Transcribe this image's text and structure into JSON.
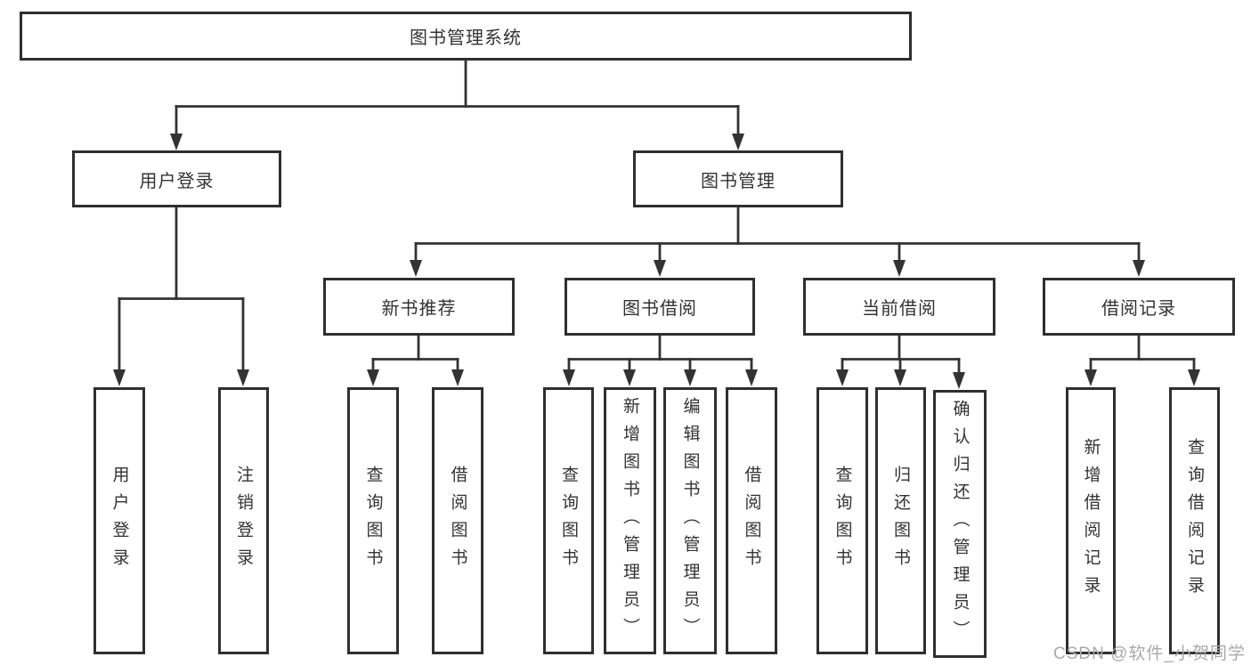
{
  "diagram": {
    "title": "图书管理系统",
    "tree": {
      "root": "图书管理系统",
      "children": [
        {
          "label": "用户登录",
          "children": [
            "用户登录",
            "注销登录"
          ]
        },
        {
          "label": "图书管理",
          "children": [
            {
              "label": "新书推荐",
              "children": [
                "查询图书",
                "借阅图书"
              ]
            },
            {
              "label": "图书借阅",
              "children": [
                "查询图书",
                "新增图书（管理员）",
                "编辑图书（管理员）",
                "借阅图书"
              ]
            },
            {
              "label": "当前借阅",
              "children": [
                "查询图书",
                "归还图书",
                "确认归还（管理员）"
              ]
            },
            {
              "label": "借阅记录",
              "children": [
                "新增借阅记录",
                "查询借阅记录"
              ]
            }
          ]
        }
      ]
    },
    "watermark": "CSDN @软件_小贺同学",
    "colors": {
      "line": "#333333",
      "border": "#2f2f2f",
      "text": "#333333",
      "background": "#ffffff",
      "watermark": "#a9a9a9"
    }
  }
}
